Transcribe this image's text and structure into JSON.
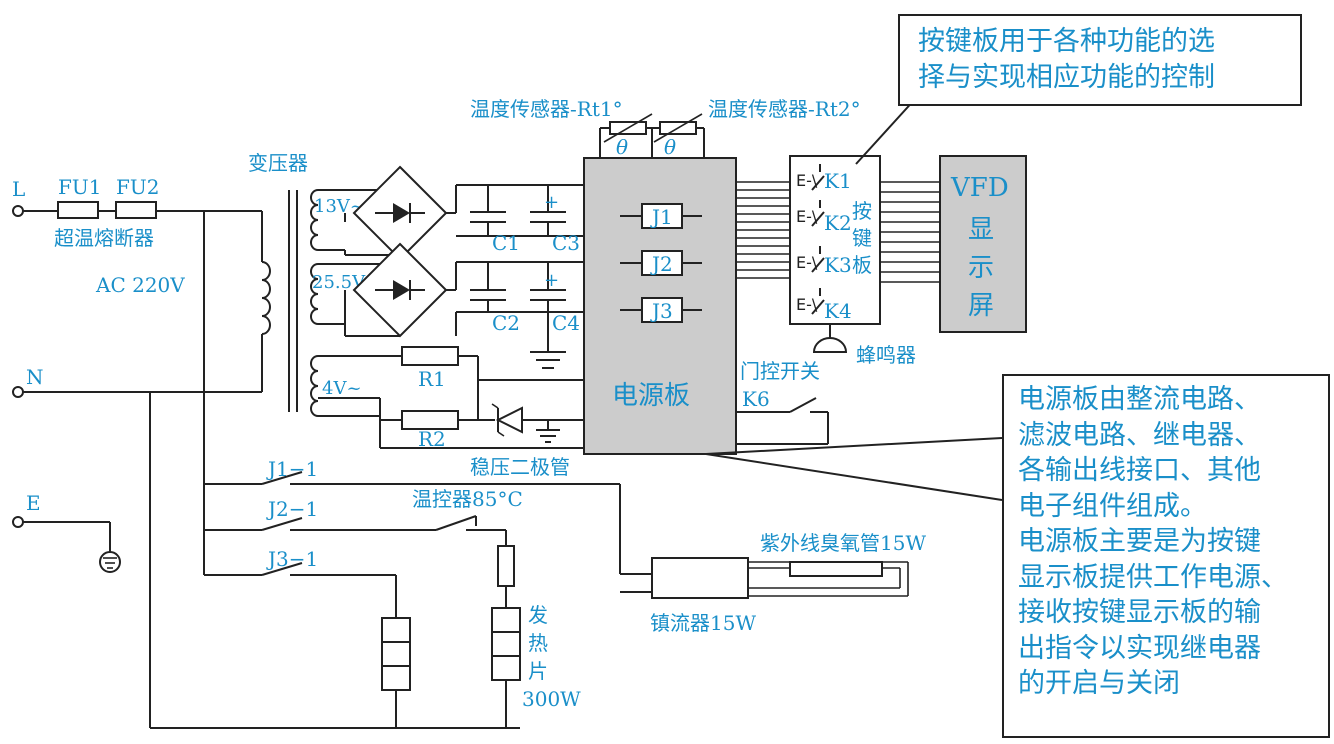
{
  "labels": {
    "L": "L",
    "N": "N",
    "E": "E",
    "FU1": "FU1",
    "FU2": "FU2",
    "fuse_name": "超温熔断器",
    "ac": "AC 220V",
    "transformer": "变压器",
    "v13": "13V~",
    "v255": "25.5V~",
    "v4": "4V~",
    "C1": "C1",
    "C2": "C2",
    "C3": "C3",
    "C4": "C4",
    "R1": "R1",
    "R2": "R2",
    "zener": "稳压二极管",
    "rt1": "温度传感器-Rt1°",
    "rt2": "温度传感器-Rt2°",
    "theta": "θ",
    "J1": "J1",
    "J2": "J2",
    "J3": "J3",
    "power_board": "电源板",
    "K1": "K1",
    "K2": "K2",
    "K3": "K3",
    "K4": "K4",
    "key_switch": "E-\\",
    "keyboard_v": [
      "按",
      "键",
      "板"
    ],
    "vfd": [
      "VFD",
      "显",
      "示",
      "屏"
    ],
    "buzzer": "蜂鸣器",
    "door_switch": "门控开关",
    "K6": "K6",
    "J1_1": "J1−1",
    "J2_1": "J2−1",
    "J3_1": "J3−1",
    "thermostat": "温控器85°C",
    "heater_v": [
      "发",
      "热",
      "片"
    ],
    "heater_w": "300W",
    "uv_tube": "紫外线臭氧管15W",
    "ballast": "镇流器15W"
  },
  "notes": {
    "keyboard": [
      "按键板用于各种功能的选",
      "择与实现相应功能的控制"
    ],
    "power": [
      "电源板由整流电路、",
      "滤波电路、继电器、",
      "各输出线接口、其他",
      "电子组件组成。",
      "电源板主要是为按键",
      "显示板提供工作电源、",
      "接收按键显示板的输",
      "出指令以实现继电器",
      "的开启与关闭"
    ]
  },
  "colors": {
    "label": "#1a8fc9",
    "board_fill": "#cccccc",
    "line": "#222222"
  }
}
